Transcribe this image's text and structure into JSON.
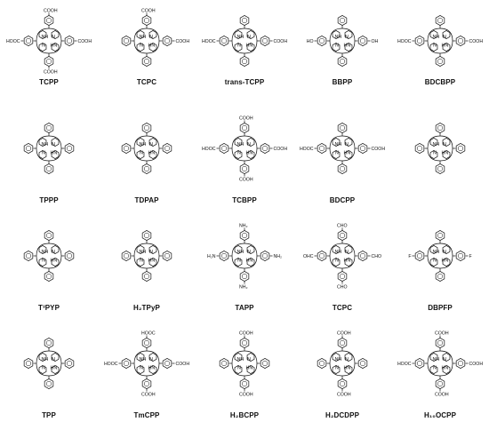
{
  "molecules": [
    {
      "name": "TCPP",
      "subst": {
        "top": "COOH",
        "right": "COOH",
        "bottom": "COOH",
        "left": "HOOC"
      }
    },
    {
      "name": "TCPC",
      "subst": {
        "top": "COOH",
        "right": "COOH",
        "bottom": "",
        "left": ""
      }
    },
    {
      "name": "trans-TCPP",
      "subst": {
        "top": "",
        "right": "COOH",
        "bottom": "",
        "left": "HOOC"
      }
    },
    {
      "name": "BBPP",
      "subst": {
        "top": "",
        "right": "OH",
        "bottom": "",
        "left": "HO"
      }
    },
    {
      "name": "BDCBPP",
      "subst": {
        "top": "",
        "right": "COOH",
        "bottom": "",
        "left": "HOOC"
      }
    },
    {
      "name": "TPPP",
      "subst": {
        "top": "",
        "right": "",
        "bottom": "",
        "left": ""
      }
    },
    {
      "name": "TDPAP",
      "subst": {
        "top": "",
        "right": "",
        "bottom": "",
        "left": ""
      }
    },
    {
      "name": "TCBPP",
      "subst": {
        "top": "COOH",
        "right": "COOH",
        "bottom": "COOH",
        "left": "HOOC"
      }
    },
    {
      "name": "BDCPP",
      "subst": {
        "top": "",
        "right": "COOH",
        "bottom": "",
        "left": "HOOC"
      }
    },
    {
      "name": "",
      "subst": {
        "top": "",
        "right": "",
        "bottom": "",
        "left": ""
      }
    },
    {
      "name": "T³PYP",
      "subst": {
        "top": "",
        "right": "",
        "bottom": "",
        "left": ""
      }
    },
    {
      "name": "H₂TPyP",
      "subst": {
        "top": "",
        "right": "",
        "bottom": "",
        "left": ""
      }
    },
    {
      "name": "TAPP",
      "subst": {
        "top": "NH₂",
        "right": "NH₂",
        "bottom": "NH₂",
        "left": "H₂N"
      }
    },
    {
      "name": "TCPC",
      "subst": {
        "top": "CHO",
        "right": "CHO",
        "bottom": "CHO",
        "left": "OHC"
      }
    },
    {
      "name": "DBPFP",
      "subst": {
        "top": "",
        "right": "F",
        "bottom": "",
        "left": "F"
      }
    },
    {
      "name": "TPP",
      "subst": {
        "top": "",
        "right": "",
        "bottom": "",
        "left": ""
      }
    },
    {
      "name": "TmCPP",
      "subst": {
        "top": "HOOC",
        "right": "COOH",
        "bottom": "COOH",
        "left": "HOOC"
      }
    },
    {
      "name": "H₂BCPP",
      "subst": {
        "top": "COOH",
        "right": "",
        "bottom": "COOH",
        "left": ""
      }
    },
    {
      "name": "H₂DCDPP",
      "subst": {
        "top": "COOH",
        "right": "",
        "bottom": "COOH",
        "left": ""
      }
    },
    {
      "name": "H₁₀OCPP",
      "subst": {
        "top": "COOH",
        "right": "COOH",
        "bottom": "COOH",
        "left": "HOOC"
      }
    }
  ],
  "core_labels": {
    "nh_top": "NH",
    "n_top": "N",
    "n_bottom": "N",
    "hn_bottom": "HN"
  }
}
